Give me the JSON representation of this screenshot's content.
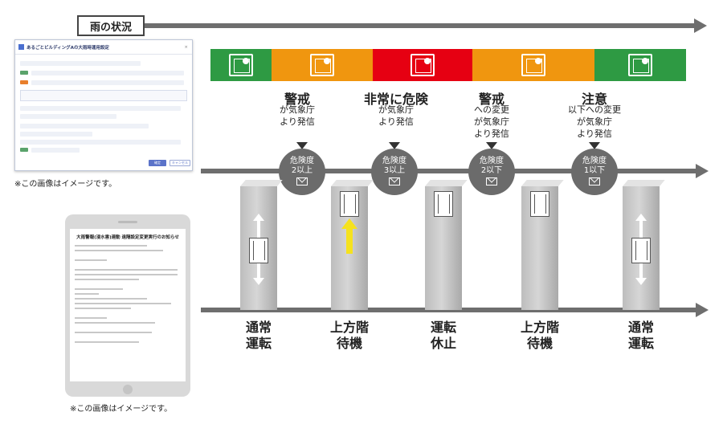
{
  "header": {
    "title": "雨の状況"
  },
  "bands": [
    {
      "color": "#2e9a43",
      "icon": "building-window-icon"
    },
    {
      "color": "#f0960f",
      "icon": "rain-cloud-icon"
    },
    {
      "color": "#e60012",
      "icon": "heavy-rain-icon"
    },
    {
      "color": "#f0960f",
      "icon": "rain-cloud-icon"
    },
    {
      "color": "#2e9a43",
      "icon": "building-window-icon"
    }
  ],
  "levels": [
    {
      "title": "警戒",
      "sub": [
        "が気象庁",
        "より発信"
      ]
    },
    {
      "title": "非常に危険",
      "sub": [
        "が気象庁",
        "より発信"
      ]
    },
    {
      "title": "警戒",
      "sub": [
        "への変更",
        "が気象庁",
        "より発信"
      ]
    },
    {
      "title": "注意",
      "sub": [
        "以下への変更",
        "が気象庁",
        "より発信"
      ]
    }
  ],
  "notifications": [
    {
      "line1": "危険度",
      "line2": "2以上"
    },
    {
      "line1": "危険度",
      "line2": "3以上"
    },
    {
      "line1": "危険度",
      "line2": "2以下"
    },
    {
      "line1": "危険度",
      "line2": "1以下"
    }
  ],
  "modes": [
    {
      "line1": "通常",
      "line2": "運転"
    },
    {
      "line1": "上方階",
      "line2": "待機"
    },
    {
      "line1": "運転",
      "line2": "休止"
    },
    {
      "line1": "上方階",
      "line2": "待機"
    },
    {
      "line1": "通常",
      "line2": "運転"
    }
  ],
  "notes": {
    "dialog": "※この画像はイメージです。",
    "tablet": "※この画像はイメージです。"
  },
  "dialog": {
    "title": "あるごとビルディングAの大雨時運用設定",
    "ok": "確定",
    "cancel": "キャンセル"
  },
  "tablet": {
    "subject": "大雨警報(浸水害)連動 遠隔設定変更実行のお知らせ"
  },
  "colors": {
    "axis": "#6e6e6e",
    "circle": "#6b6b6b",
    "up_arrow": "#f5e21e"
  }
}
